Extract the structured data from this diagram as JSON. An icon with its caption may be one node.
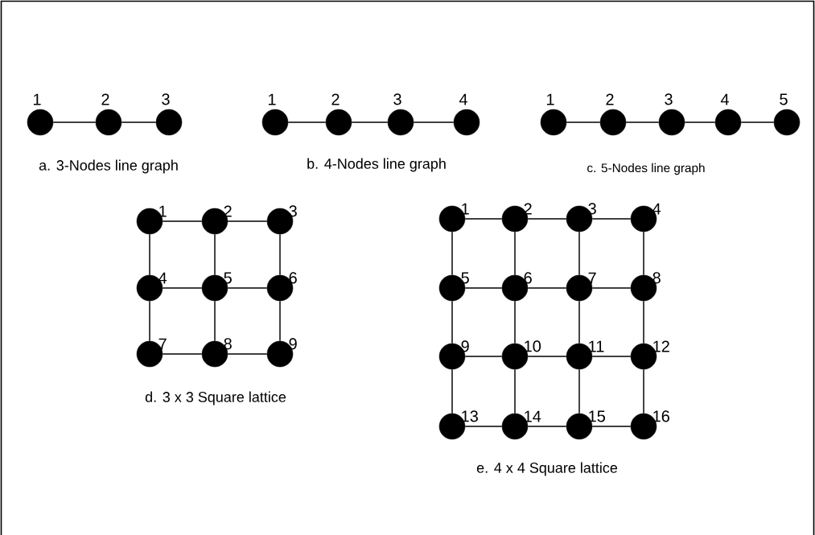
{
  "diagram": {
    "nodes": [
      {
        "text": [],
        "shape": "circle",
        "beside": [
          "1"
        ]
      },
      {
        "text": [],
        "shape": "circle",
        "beside": [
          "2"
        ]
      },
      {
        "text": [],
        "shape": "circle",
        "beside": [
          "3"
        ]
      },
      {
        "text": [],
        "shape": "circle",
        "beside": [
          "1"
        ]
      },
      {
        "text": [],
        "shape": "circle",
        "beside": [
          "2"
        ]
      },
      {
        "text": [],
        "shape": "circle",
        "beside": [
          "3"
        ]
      },
      {
        "text": [],
        "shape": "circle",
        "beside": [
          "4"
        ]
      },
      {
        "text": [],
        "shape": "circle",
        "beside": [
          "1"
        ]
      },
      {
        "text": [],
        "shape": "circle",
        "beside": [
          "2"
        ]
      },
      {
        "text": [],
        "shape": "circle",
        "beside": [
          "3"
        ]
      },
      {
        "text": [],
        "shape": "circle",
        "beside": [
          "4"
        ]
      },
      {
        "text": [],
        "shape": "circle",
        "beside": [
          "5"
        ]
      },
      {
        "text": [],
        "shape": "circle",
        "beside": [
          "1"
        ]
      },
      {
        "text": [],
        "shape": "circle",
        "beside": [
          "2"
        ]
      },
      {
        "text": [],
        "shape": "circle",
        "beside": [
          "3"
        ]
      },
      {
        "text": [],
        "shape": "circle",
        "beside": [
          "4"
        ]
      },
      {
        "text": [],
        "shape": "circle",
        "beside": [
          "5"
        ]
      },
      {
        "text": [],
        "shape": "circle",
        "beside": [
          "6"
        ]
      },
      {
        "text": [],
        "shape": "circle",
        "beside": [
          "7"
        ]
      },
      {
        "text": [],
        "shape": "circle",
        "beside": [
          "8"
        ]
      },
      {
        "text": [],
        "shape": "circle",
        "beside": [
          "9"
        ]
      },
      {
        "text": [],
        "shape": "circle",
        "beside": [
          "1"
        ]
      },
      {
        "text": [],
        "shape": "circle",
        "beside": [
          "2"
        ]
      },
      {
        "text": [],
        "shape": "circle",
        "beside": [
          "3"
        ]
      },
      {
        "text": [],
        "shape": "circle",
        "beside": [
          "4"
        ]
      },
      {
        "text": [],
        "shape": "circle",
        "beside": [
          "5"
        ]
      },
      {
        "text": [],
        "shape": "circle",
        "beside": [
          "6"
        ]
      },
      {
        "text": [],
        "shape": "circle",
        "beside": [
          "7"
        ]
      },
      {
        "text": [],
        "shape": "circle",
        "beside": [
          "8"
        ]
      },
      {
        "text": [],
        "shape": "circle",
        "beside": [
          "9"
        ]
      },
      {
        "text": [],
        "shape": "circle",
        "beside": [
          "10"
        ]
      },
      {
        "text": [],
        "shape": "circle",
        "beside": [
          "11"
        ]
      },
      {
        "text": [],
        "shape": "circle",
        "beside": [
          "12"
        ]
      },
      {
        "text": [],
        "shape": "circle",
        "beside": [
          "13"
        ]
      },
      {
        "text": [],
        "shape": "circle",
        "beside": [
          "14"
        ]
      },
      {
        "text": [],
        "shape": "circle",
        "beside": [
          "15"
        ]
      },
      {
        "text": [],
        "shape": "circle",
        "beside": [
          "16"
        ]
      }
    ],
    "edges": [
      {
        "from": 0,
        "to": 1,
        "arrow": "none"
      },
      {
        "from": 1,
        "to": 2,
        "arrow": "none"
      },
      {
        "from": 3,
        "to": 4,
        "arrow": "none"
      },
      {
        "from": 4,
        "to": 5,
        "arrow": "none"
      },
      {
        "from": 5,
        "to": 6,
        "arrow": "none"
      },
      {
        "from": 7,
        "to": 8,
        "arrow": "none"
      },
      {
        "from": 8,
        "to": 9,
        "arrow": "none"
      },
      {
        "from": 9,
        "to": 10,
        "arrow": "none"
      },
      {
        "from": 10,
        "to": 11,
        "arrow": "none"
      },
      {
        "from": 12,
        "to": 13,
        "arrow": "none"
      },
      {
        "from": 13,
        "to": 14,
        "arrow": "none"
      },
      {
        "from": 12,
        "to": 15,
        "arrow": "none"
      },
      {
        "from": 13,
        "to": 16,
        "arrow": "none"
      },
      {
        "from": 14,
        "to": 17,
        "arrow": "none"
      },
      {
        "from": 15,
        "to": 16,
        "arrow": "none"
      },
      {
        "from": 16,
        "to": 17,
        "arrow": "none"
      },
      {
        "from": 15,
        "to": 18,
        "arrow": "none"
      },
      {
        "from": 16,
        "to": 19,
        "arrow": "none"
      },
      {
        "from": 17,
        "to": 20,
        "arrow": "none"
      },
      {
        "from": 18,
        "to": 19,
        "arrow": "none"
      },
      {
        "from": 19,
        "to": 20,
        "arrow": "none"
      },
      {
        "from": 21,
        "to": 22,
        "arrow": "none"
      },
      {
        "from": 22,
        "to": 23,
        "arrow": "none"
      },
      {
        "from": 23,
        "to": 24,
        "arrow": "none"
      },
      {
        "from": 21,
        "to": 25,
        "arrow": "none"
      },
      {
        "from": 22,
        "to": 26,
        "arrow": "none"
      },
      {
        "from": 23,
        "to": 27,
        "arrow": "none"
      },
      {
        "from": 24,
        "to": 28,
        "arrow": "none"
      },
      {
        "from": 25,
        "to": 26,
        "arrow": "none"
      },
      {
        "from": 26,
        "to": 27,
        "arrow": "none"
      },
      {
        "from": 27,
        "to": 28,
        "arrow": "none"
      },
      {
        "from": 25,
        "to": 29,
        "arrow": "none"
      },
      {
        "from": 26,
        "to": 30,
        "arrow": "none"
      },
      {
        "from": 27,
        "to": 31,
        "arrow": "none"
      },
      {
        "from": 28,
        "to": 32,
        "arrow": "none"
      },
      {
        "from": 29,
        "to": 30,
        "arrow": "none"
      },
      {
        "from": 30,
        "to": 31,
        "arrow": "none"
      },
      {
        "from": 31,
        "to": 32,
        "arrow": "none"
      },
      {
        "from": 29,
        "to": 33,
        "arrow": "none"
      },
      {
        "from": 30,
        "to": 34,
        "arrow": "none"
      },
      {
        "from": 31,
        "to": 35,
        "arrow": "none"
      },
      {
        "from": 32,
        "to": 36,
        "arrow": "none"
      },
      {
        "from": 33,
        "to": 34,
        "arrow": "none"
      },
      {
        "from": 34,
        "to": 35,
        "arrow": "none"
      },
      {
        "from": 35,
        "to": 36,
        "arrow": "none"
      }
    ],
    "labels": [
      "a. 3-Nodes line graph",
      "b. 4-Nodes line graph",
      "c. 5-Nodes line graph",
      "d. 3 x 3 Square lattice",
      "e. 4 x 4 Square lattice"
    ]
  }
}
